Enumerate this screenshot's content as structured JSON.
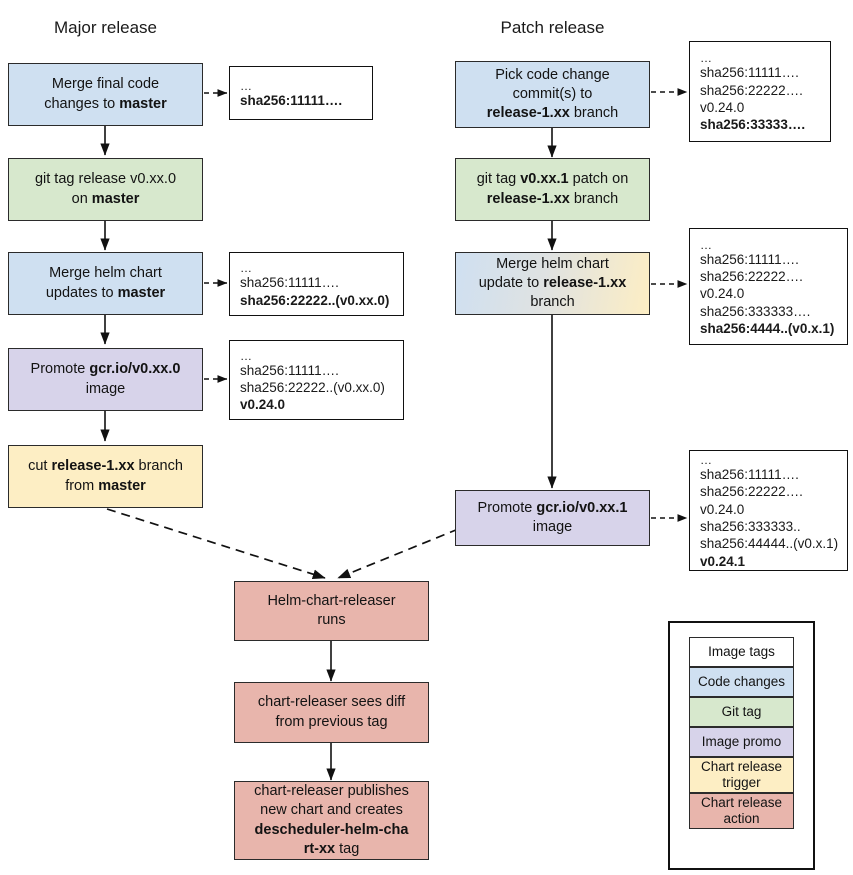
{
  "titles": {
    "major": "Major release",
    "patch": "Patch release"
  },
  "major_flow": [
    {
      "id": "merge-final-code",
      "kind": "code-changes",
      "lines": [
        [
          {
            "t": "Merge final code",
            "b": false
          }
        ],
        [
          {
            "t": "changes to ",
            "b": false
          },
          {
            "t": "master",
            "b": true
          }
        ]
      ]
    },
    {
      "id": "git-tag-release",
      "kind": "git-tag",
      "lines": [
        [
          {
            "t": "git tag release v0.xx.0",
            "b": false
          }
        ],
        [
          {
            "t": "on ",
            "b": false
          },
          {
            "t": "master",
            "b": true
          }
        ]
      ]
    },
    {
      "id": "merge-helm-chart",
      "kind": "code-changes",
      "lines": [
        [
          {
            "t": "Merge helm chart",
            "b": false
          }
        ],
        [
          {
            "t": "updates to ",
            "b": false
          },
          {
            "t": "master",
            "b": true
          }
        ]
      ]
    },
    {
      "id": "promote-image-major",
      "kind": "image-promo",
      "lines": [
        [
          {
            "t": "Promote ",
            "b": false
          },
          {
            "t": "gcr.io/v0.xx.0",
            "b": true
          }
        ],
        [
          {
            "t": "image",
            "b": false
          }
        ]
      ]
    },
    {
      "id": "cut-release-branch",
      "kind": "chart-release-trigger",
      "lines": [
        [
          {
            "t": "cut ",
            "b": false
          },
          {
            "t": "release-1.xx",
            "b": true
          },
          {
            "t": " branch",
            "b": false
          }
        ],
        [
          {
            "t": "from ",
            "b": false
          },
          {
            "t": "master",
            "b": true
          }
        ]
      ]
    }
  ],
  "patch_flow": [
    {
      "id": "pick-code-change",
      "kind": "code-changes",
      "lines": [
        [
          {
            "t": "Pick code change",
            "b": false
          }
        ],
        [
          {
            "t": "commit(s) to",
            "b": false
          }
        ],
        [
          {
            "t": "release-1.xx",
            "b": true
          },
          {
            "t": " branch",
            "b": false
          }
        ]
      ]
    },
    {
      "id": "git-tag-patch",
      "kind": "git-tag",
      "lines": [
        [
          {
            "t": "git tag ",
            "b": false
          },
          {
            "t": "v0.xx.1",
            "b": true
          },
          {
            "t": " patch on",
            "b": false
          }
        ],
        [
          {
            "t": "release-1.xx",
            "b": true
          },
          {
            "t": " branch",
            "b": false
          }
        ]
      ]
    },
    {
      "id": "merge-helm-chart-patch",
      "kind": "mixed",
      "lines": [
        [
          {
            "t": "Merge helm chart",
            "b": false
          }
        ],
        [
          {
            "t": "update to ",
            "b": false
          },
          {
            "t": "release-1.xx",
            "b": true
          }
        ],
        [
          {
            "t": "branch",
            "b": false
          }
        ]
      ]
    },
    {
      "id": "promote-image-patch",
      "kind": "image-promo",
      "lines": [
        [
          {
            "t": "Promote ",
            "b": false
          },
          {
            "t": "gcr.io/v0.xx.1",
            "b": true
          }
        ],
        [
          {
            "t": "image",
            "b": false
          }
        ]
      ]
    }
  ],
  "release_flow": [
    {
      "id": "helm-chart-releaser-runs",
      "kind": "chart-release-action",
      "lines": [
        [
          {
            "t": "Helm-chart-releaser",
            "b": false
          }
        ],
        [
          {
            "t": "runs",
            "b": false
          }
        ]
      ]
    },
    {
      "id": "chart-releaser-sees-diff",
      "kind": "chart-release-action",
      "lines": [
        [
          {
            "t": "chart-releaser sees diff",
            "b": false
          }
        ],
        [
          {
            "t": "from previous tag",
            "b": false
          }
        ]
      ]
    },
    {
      "id": "chart-releaser-publishes",
      "kind": "chart-release-action",
      "lines": [
        [
          {
            "t": "chart-releaser publishes",
            "b": false
          }
        ],
        [
          {
            "t": "new chart and creates",
            "b": false
          }
        ],
        [
          {
            "t": "descheduler-helm-cha",
            "b": true
          }
        ],
        [
          {
            "t": "rt-xx",
            "b": true
          },
          {
            "t": " tag",
            "b": false
          }
        ]
      ]
    }
  ],
  "notes": [
    {
      "id": "note-major-1",
      "lines": [
        {
          "t": "…",
          "b": false,
          "ell": true
        },
        {
          "t": "sha256:11111….",
          "b": true
        }
      ]
    },
    {
      "id": "note-major-2",
      "lines": [
        {
          "t": "…",
          "b": false,
          "ell": true
        },
        {
          "t": "sha256:11111….",
          "b": false
        },
        {
          "t": "sha256:22222..(v0.xx.0)",
          "b": true
        }
      ]
    },
    {
      "id": "note-major-3",
      "lines": [
        {
          "t": "…",
          "b": false,
          "ell": true
        },
        {
          "t": "sha256:11111….",
          "b": false
        },
        {
          "t": "sha256:22222..(v0.xx.0)",
          "b": false
        },
        {
          "t": "v0.24.0",
          "b": true
        }
      ]
    },
    {
      "id": "note-patch-1",
      "lines": [
        {
          "t": "…",
          "b": false,
          "ell": true
        },
        {
          "t": "sha256:11111….",
          "b": false
        },
        {
          "t": "sha256:22222….",
          "b": false
        },
        {
          "t": "v0.24.0",
          "b": false
        },
        {
          "t": "sha256:33333….",
          "b": true
        }
      ]
    },
    {
      "id": "note-patch-2",
      "lines": [
        {
          "t": "…",
          "b": false,
          "ell": true
        },
        {
          "t": "sha256:11111….",
          "b": false
        },
        {
          "t": "sha256:22222….",
          "b": false
        },
        {
          "t": "v0.24.0",
          "b": false
        },
        {
          "t": "sha256:333333….",
          "b": false
        },
        {
          "t": "sha256:4444..(v0.x.1)",
          "b": true
        }
      ]
    },
    {
      "id": "note-patch-3",
      "lines": [
        {
          "t": "…",
          "b": false,
          "ell": true
        },
        {
          "t": "sha256:11111….",
          "b": false
        },
        {
          "t": "sha256:22222….",
          "b": false
        },
        {
          "t": "v0.24.0",
          "b": false
        },
        {
          "t": "sha256:333333..",
          "b": false
        },
        {
          "t": "sha256:44444..(v0.x.1)",
          "b": false
        },
        {
          "t": "v0.24.1",
          "b": true
        }
      ]
    }
  ],
  "legend": {
    "items": [
      {
        "label": "Image tags",
        "kind": "image-tags",
        "color": "#ffffff",
        "rows": 1
      },
      {
        "label": "Code changes",
        "kind": "code-changes",
        "color": "#cfe0f1",
        "rows": 1
      },
      {
        "label": "Git tag",
        "kind": "git-tag",
        "color": "#d7e8cd",
        "rows": 1
      },
      {
        "label": "Image promo",
        "kind": "image-promo",
        "color": "#d7d3ea",
        "rows": 1
      },
      {
        "label": "Chart release trigger",
        "kind": "chart-release-trigger",
        "color": "#fdeec4",
        "rows": 2
      },
      {
        "label": "Chart release action",
        "kind": "chart-release-action",
        "color": "#e8b5ac",
        "rows": 2
      }
    ]
  }
}
